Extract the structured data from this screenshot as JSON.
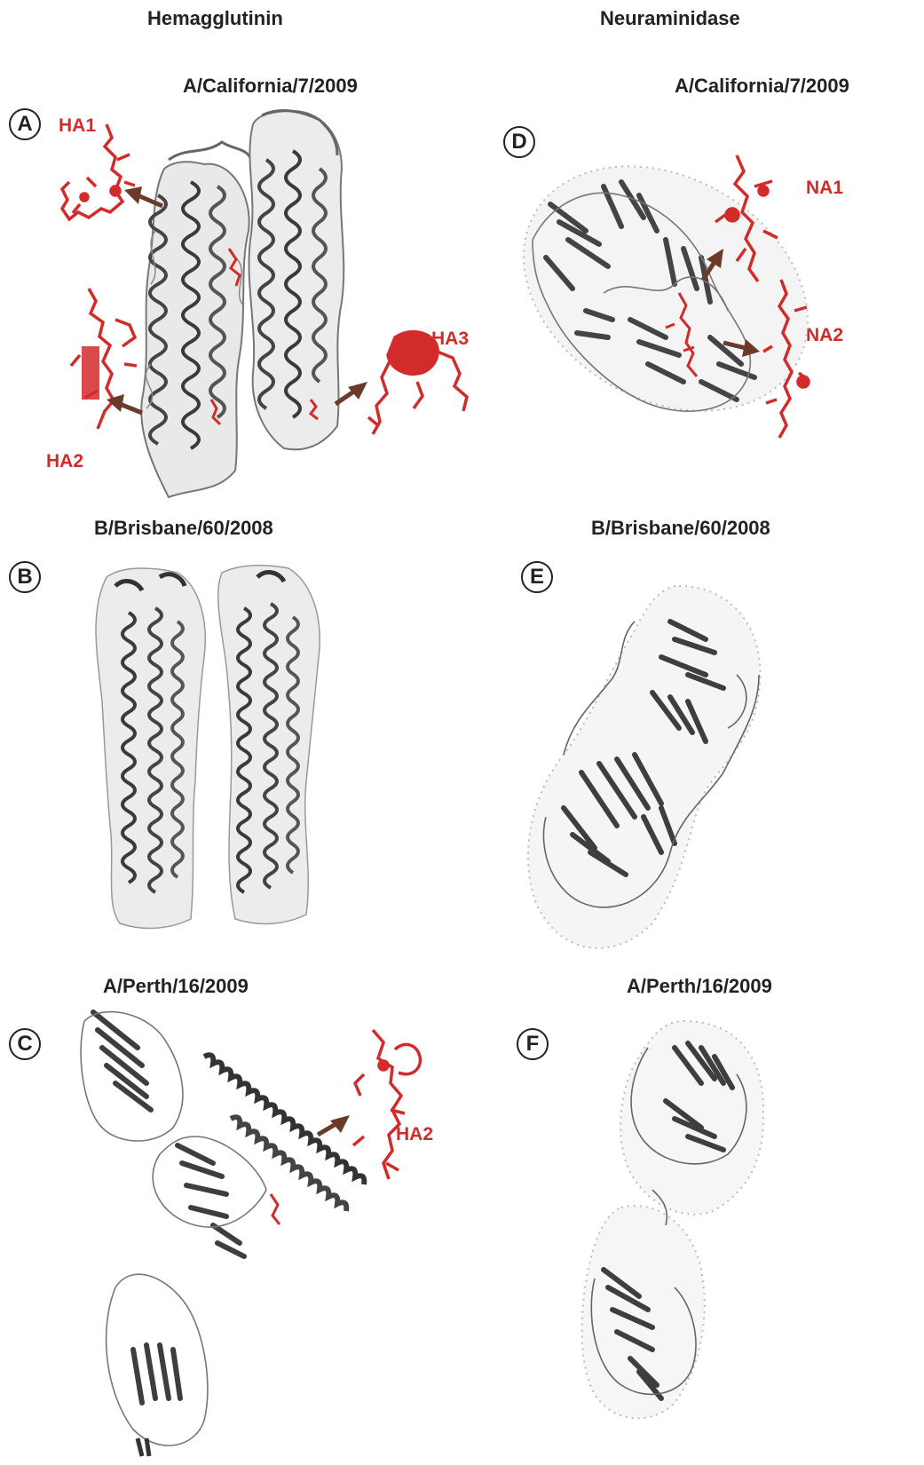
{
  "columns": {
    "left_title": "Hemagglutinin",
    "right_title": "Neuraminidase"
  },
  "panels": {
    "A": {
      "letter": "A",
      "strain": "A/California/7/2009",
      "epitopes": [
        "HA1",
        "HA2",
        "HA3"
      ]
    },
    "B": {
      "letter": "B",
      "strain": "B/Brisbane/60/2008"
    },
    "C": {
      "letter": "C",
      "strain": "A/Perth/16/2009",
      "epitopes": [
        "HA2"
      ]
    },
    "D": {
      "letter": "D",
      "strain": "A/California/7/2009",
      "epitopes": [
        "NA1",
        "NA2"
      ]
    },
    "E": {
      "letter": "E",
      "strain": "B/Brisbane/60/2008"
    },
    "F": {
      "letter": "F",
      "strain": "A/Perth/16/2009"
    }
  },
  "colors": {
    "epitope": "#d32a2a",
    "protein": "#555555",
    "arrow": "#6b3a2a"
  }
}
